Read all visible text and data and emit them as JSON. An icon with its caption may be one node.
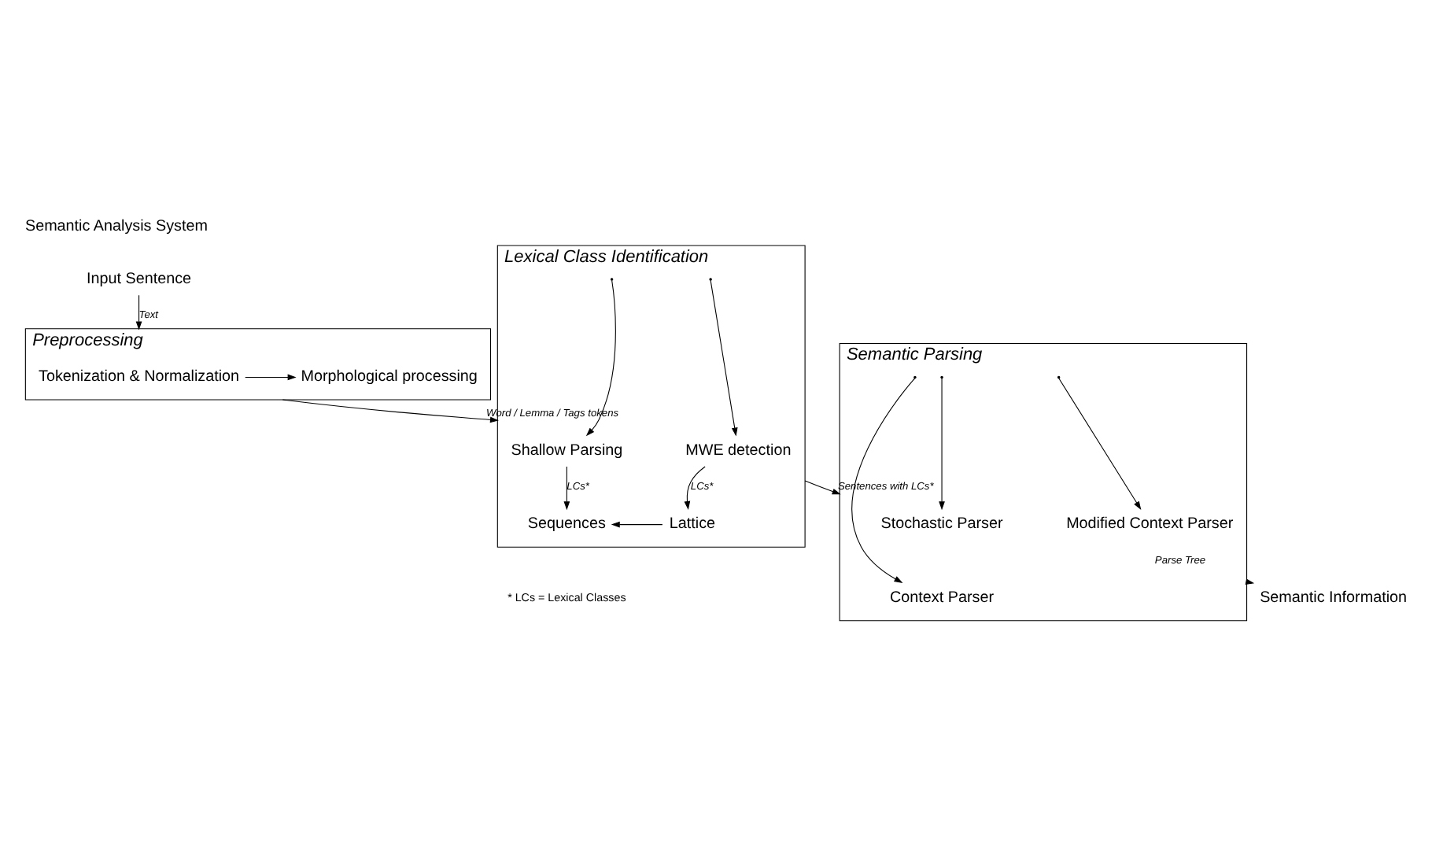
{
  "diagram": {
    "title": "Semantic Analysis System",
    "nodes": [
      {
        "text": [
          "Input Sentence"
        ]
      },
      {
        "text": [
          "Preprocessing"
        ]
      },
      {
        "text": [
          "Tokenization & Normalization"
        ],
        "in": 1
      },
      {
        "text": [
          "Morphological processing"
        ],
        "in": 1
      },
      {
        "text": [
          "Lexical Class Identification"
        ]
      },
      {
        "text": [
          "MWE detection"
        ],
        "in": 4
      },
      {
        "text": [
          "Shallow Parsing"
        ],
        "in": 4
      },
      {
        "text": [
          "Lattice"
        ],
        "in": 4
      },
      {
        "text": [
          "Sequences"
        ],
        "in": 4
      },
      {
        "text": [
          "Semantic Parsing"
        ]
      },
      {
        "text": [
          "Stochastic Parser"
        ],
        "in": 9
      },
      {
        "text": [
          "Context Parser"
        ],
        "in": 9
      },
      {
        "text": [
          "Modified Context Parser"
        ],
        "in": 9
      },
      {
        "text": [
          "Semantic Information"
        ]
      }
    ],
    "edges": [
      {
        "from": 0,
        "to": 1,
        "arrow": "to",
        "label": "Text"
      },
      {
        "from": 2,
        "to": 3,
        "arrow": "to"
      },
      {
        "from": 1,
        "to": 4,
        "arrow": "to",
        "label": "Word / Lemma / Tags tokens"
      },
      {
        "from": null,
        "to": 5,
        "arrow": "to"
      },
      {
        "from": null,
        "to": 6,
        "arrow": "to"
      },
      {
        "from": 5,
        "to": 7,
        "arrow": "to",
        "label": "LCs*"
      },
      {
        "from": 6,
        "to": 8,
        "arrow": "to",
        "label": "LCs*"
      },
      {
        "from": 7,
        "to": 8,
        "arrow": "to"
      },
      {
        "from": 4,
        "to": 9,
        "arrow": "to",
        "label": "Sentences with LCs*"
      },
      {
        "from": null,
        "to": 10,
        "arrow": "to"
      },
      {
        "from": null,
        "to": 11,
        "arrow": "to"
      },
      {
        "from": null,
        "to": 12,
        "arrow": "to"
      },
      {
        "from": 9,
        "to": 13,
        "arrow": "to",
        "label": "Parse Tree"
      }
    ],
    "labels": [
      "* LCs = Lexical Classes"
    ]
  }
}
